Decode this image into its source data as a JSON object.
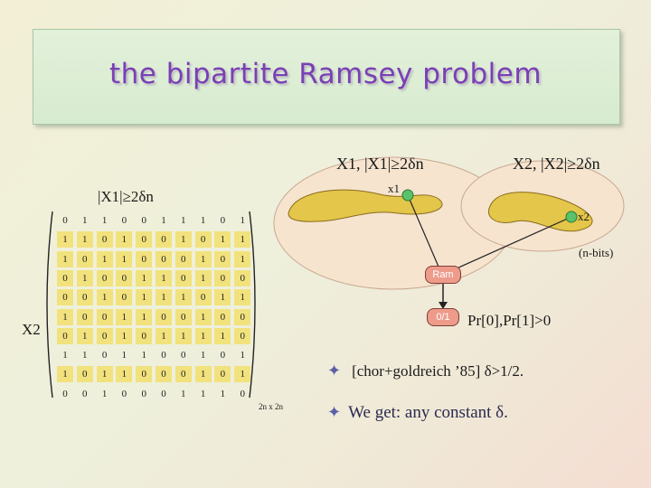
{
  "title": "the bipartite Ramsey problem",
  "x1_label": "X1, |X1|≥2δn",
  "x2_label": "X2, |X2|≥2δn",
  "x1_size": "|X1|≥2δn",
  "x1_point": "x1",
  "x2_point": "x2",
  "x2_side": "X2",
  "nbits": "(n-bits)",
  "ram_box": "Ram",
  "out_box": "0/1",
  "pr_text": "Pr[0],Pr[1]>0",
  "dims": "2n x 2n",
  "bullet1": "[chor+goldreich ’85]  δ>1/2.",
  "bullet2": "We get: any constant δ.",
  "matrix": [
    [
      0,
      1,
      1,
      0,
      0,
      1,
      1,
      1,
      0,
      1
    ],
    [
      1,
      1,
      0,
      1,
      0,
      0,
      1,
      0,
      1,
      1
    ],
    [
      1,
      0,
      1,
      1,
      0,
      0,
      0,
      1,
      0,
      1
    ],
    [
      0,
      1,
      0,
      0,
      1,
      1,
      0,
      1,
      0,
      0
    ],
    [
      0,
      0,
      1,
      0,
      1,
      1,
      1,
      0,
      1,
      1
    ],
    [
      1,
      0,
      0,
      1,
      1,
      0,
      0,
      1,
      0,
      0
    ],
    [
      0,
      1,
      0,
      1,
      0,
      1,
      1,
      1,
      1,
      0
    ],
    [
      1,
      1,
      0,
      1,
      1,
      0,
      0,
      1,
      0,
      1
    ],
    [
      1,
      0,
      1,
      1,
      0,
      0,
      0,
      1,
      0,
      1
    ],
    [
      0,
      0,
      1,
      0,
      0,
      0,
      1,
      1,
      1,
      0
    ]
  ],
  "highlight": [
    [
      0,
      0,
      0,
      0,
      0,
      0,
      0,
      0,
      0,
      0
    ],
    [
      1,
      1,
      1,
      1,
      1,
      1,
      1,
      1,
      1,
      1
    ],
    [
      1,
      1,
      1,
      1,
      1,
      1,
      1,
      1,
      1,
      1
    ],
    [
      1,
      1,
      1,
      1,
      1,
      1,
      1,
      1,
      1,
      1
    ],
    [
      1,
      1,
      1,
      1,
      1,
      1,
      1,
      1,
      1,
      1
    ],
    [
      1,
      1,
      1,
      1,
      1,
      1,
      1,
      1,
      1,
      1
    ],
    [
      1,
      1,
      1,
      1,
      1,
      1,
      1,
      1,
      1,
      1
    ],
    [
      0,
      0,
      0,
      0,
      0,
      0,
      0,
      0,
      0,
      0
    ],
    [
      1,
      1,
      1,
      1,
      1,
      1,
      1,
      1,
      1,
      1
    ],
    [
      0,
      0,
      0,
      0,
      0,
      0,
      0,
      0,
      0,
      0
    ]
  ]
}
